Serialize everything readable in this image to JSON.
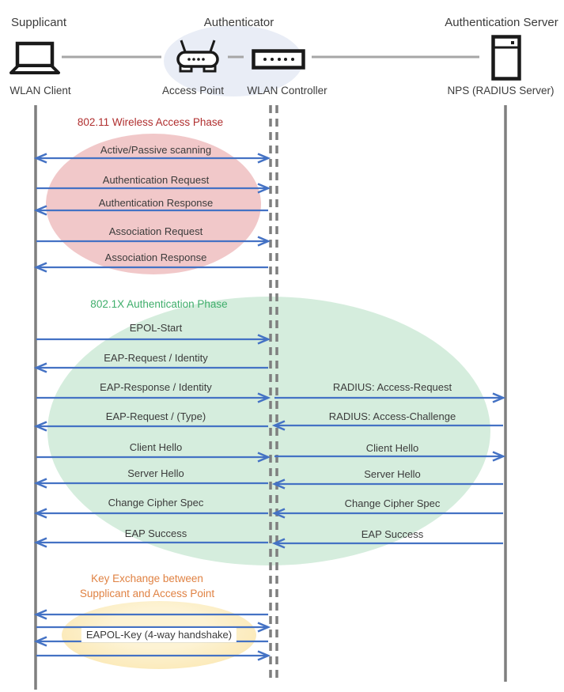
{
  "colors": {
    "arrow": "#4472C4",
    "lifeline": "#7F7F7F",
    "connector": "#A6A6A6",
    "text": "#3B3B3B",
    "phase1_title": "#B02F2F",
    "phase2_title": "#3FAE6B",
    "phase3_title": "#E08243",
    "phase1_ellipse": "#F1C8C9",
    "phase2_ellipse": "#D5EDDD",
    "phase3_ellipse_inner": "#FDF3D4",
    "phase3_ellipse_outer": "#FAE4A8",
    "hub_ellipse": "#E9EDF6"
  },
  "header": {
    "roles": [
      {
        "title": "Supplicant"
      },
      {
        "title": "Authenticator"
      },
      {
        "title": "Authentication Server"
      }
    ],
    "devices": [
      {
        "label": "WLAN Client",
        "icon": "laptop-icon"
      },
      {
        "label": "Access Point",
        "icon": "access-point-icon"
      },
      {
        "label": "WLAN Controller",
        "icon": "wlan-controller-icon"
      },
      {
        "label": "NPS (RADIUS Server)",
        "icon": "server-icon"
      }
    ]
  },
  "phases": [
    {
      "title": "802.11 Wireless Access Phase"
    },
    {
      "title": "802.1X Authentication Phase"
    },
    {
      "title_line1": "Key Exchange between",
      "title_line2": "Supplicant and Access Point"
    }
  ],
  "messages": {
    "client_to_controller": [
      {
        "label": "Active/Passive scanning",
        "direction": "both"
      },
      {
        "label": "Authentication Request",
        "direction": "right"
      },
      {
        "label": "Authentication Response",
        "direction": "left"
      },
      {
        "label": "Association Request",
        "direction": "right"
      },
      {
        "label": "Association Response",
        "direction": "left"
      },
      {
        "label": "EPOL-Start",
        "direction": "right"
      },
      {
        "label": "EAP-Request / Identity",
        "direction": "left"
      },
      {
        "label": "EAP-Response / Identity",
        "direction": "right"
      },
      {
        "label": "EAP-Request / (Type)",
        "direction": "left"
      },
      {
        "label": "Client Hello",
        "direction": "right"
      },
      {
        "label": "Server Hello",
        "direction": "left"
      },
      {
        "label": "Change Cipher Spec",
        "direction": "left"
      },
      {
        "label": "EAP Success",
        "direction": "left"
      },
      {
        "label": "",
        "direction": "left"
      },
      {
        "label": "",
        "direction": "right"
      },
      {
        "label": "EAPOL-Key (4-way handshake)",
        "direction": "left",
        "label_bg": "white"
      },
      {
        "label": "",
        "direction": "right"
      }
    ],
    "controller_to_server": [
      {
        "label": "RADIUS: Access-Request",
        "direction": "right"
      },
      {
        "label": "RADIUS: Access-Challenge",
        "direction": "left"
      },
      {
        "label": "Client Hello",
        "direction": "right"
      },
      {
        "label": "Server Hello",
        "direction": "left"
      },
      {
        "label": "Change Cipher Spec",
        "direction": "left"
      },
      {
        "label": "EAP Success",
        "direction": "left"
      }
    ]
  }
}
